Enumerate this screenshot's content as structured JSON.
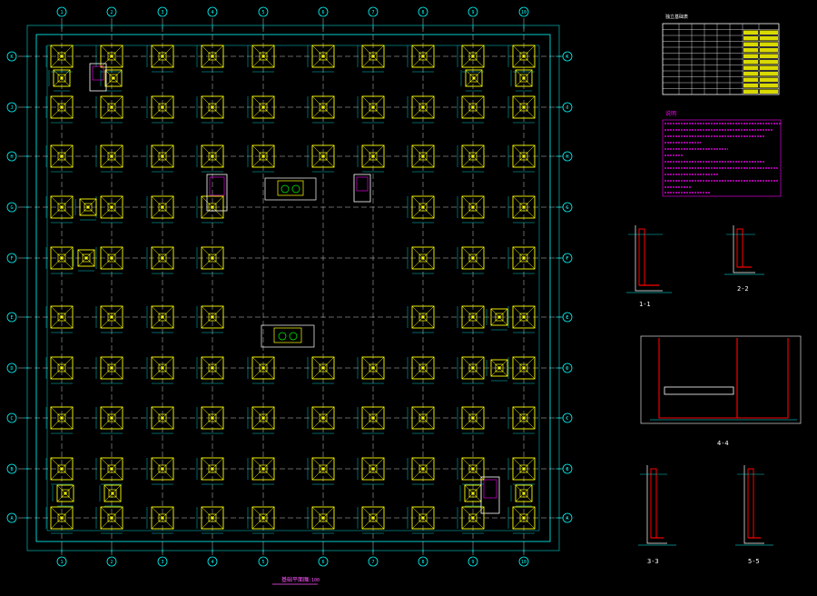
{
  "drawing": {
    "plan_title": "基础平面图",
    "plan_scale": "1:100",
    "overall_dim_top": "",
    "overall_dim_bottom": "",
    "column_axes": [
      "1",
      "2",
      "3",
      "4",
      "5",
      "6",
      "7",
      "8",
      "9",
      "10"
    ],
    "row_axes": [
      "K",
      "J",
      "H",
      "G",
      "F",
      "E",
      "D",
      "C",
      "B",
      "A"
    ],
    "table_title": "独立基础表",
    "notes_title": "说明",
    "sections": [
      "1-1",
      "2-2",
      "4-4",
      "3-3",
      "5-5"
    ]
  },
  "colors": {
    "background": "#000000",
    "axis_line": "#00ffff",
    "footing": "#ffff00",
    "grid_dash": "#ffffff",
    "section_wall": "#ff0000",
    "notes_box": "#ff00ff",
    "table_line": "#ffffff"
  }
}
